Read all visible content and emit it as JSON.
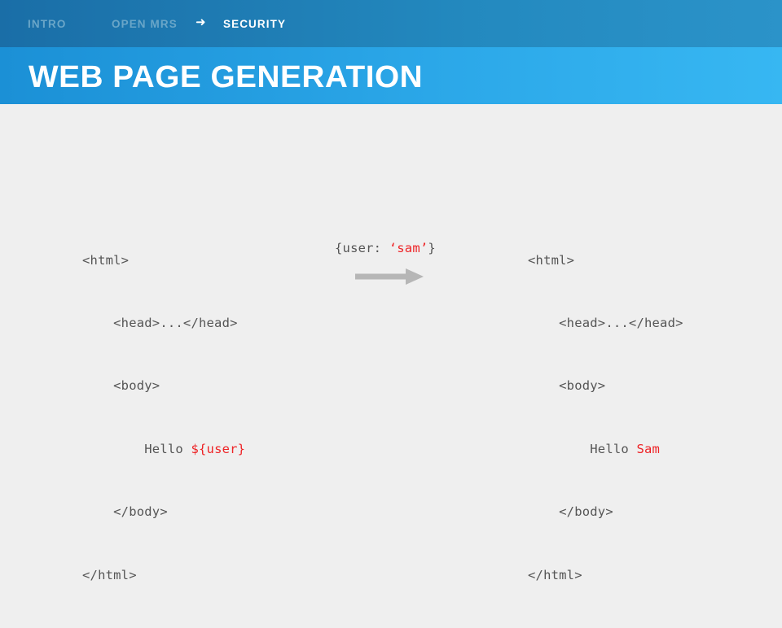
{
  "slide": {
    "breadcrumb": {
      "items": [
        {
          "label": "INTRO",
          "active": false
        },
        {
          "label": "OPEN MRS",
          "active": false
        },
        {
          "label": "SECURITY",
          "active": true
        }
      ],
      "separator_icon": "right-arrow-icon",
      "separator_glyph": "➜"
    },
    "title": "WEB PAGE GENERATION",
    "colors": {
      "breadcrumb_bar_left": "#1a6ea7",
      "breadcrumb_bar_right": "#2b93c9",
      "title_bar_left": "#1b90d6",
      "title_bar_right": "#37b7f2",
      "body_background": "#efefef",
      "code_text": "#555555",
      "code_accent_red": "#ee2326",
      "crumb_dim": "#6aa6c8",
      "crumb_active": "#ffffff",
      "arrow_gray": "#b6b6b6"
    },
    "template_code": {
      "caption": "html-template-before",
      "lines": [
        {
          "text": "<html>",
          "indent": 0
        },
        {
          "text": "<head>...</head>",
          "indent": 4
        },
        {
          "text": "<body>",
          "indent": 4
        },
        {
          "text": "Hello ",
          "indent": 8,
          "accent": "${user}"
        },
        {
          "text": "</body>",
          "indent": 4
        },
        {
          "text": "</html>",
          "indent": 0
        }
      ]
    },
    "context_data": {
      "prefix": "{user: ",
      "value": "‘sam’",
      "suffix": "}",
      "arrow_icon": "right-arrow-icon"
    },
    "rendered_code": {
      "caption": "html-output-after",
      "lines": [
        {
          "text": "<html>",
          "indent": 0
        },
        {
          "text": "<head>...</head>",
          "indent": 4
        },
        {
          "text": "<body>",
          "indent": 4
        },
        {
          "text": "Hello ",
          "indent": 8,
          "accent": "Sam"
        },
        {
          "text": "</body>",
          "indent": 4
        },
        {
          "text": "</html>",
          "indent": 0
        }
      ]
    }
  }
}
